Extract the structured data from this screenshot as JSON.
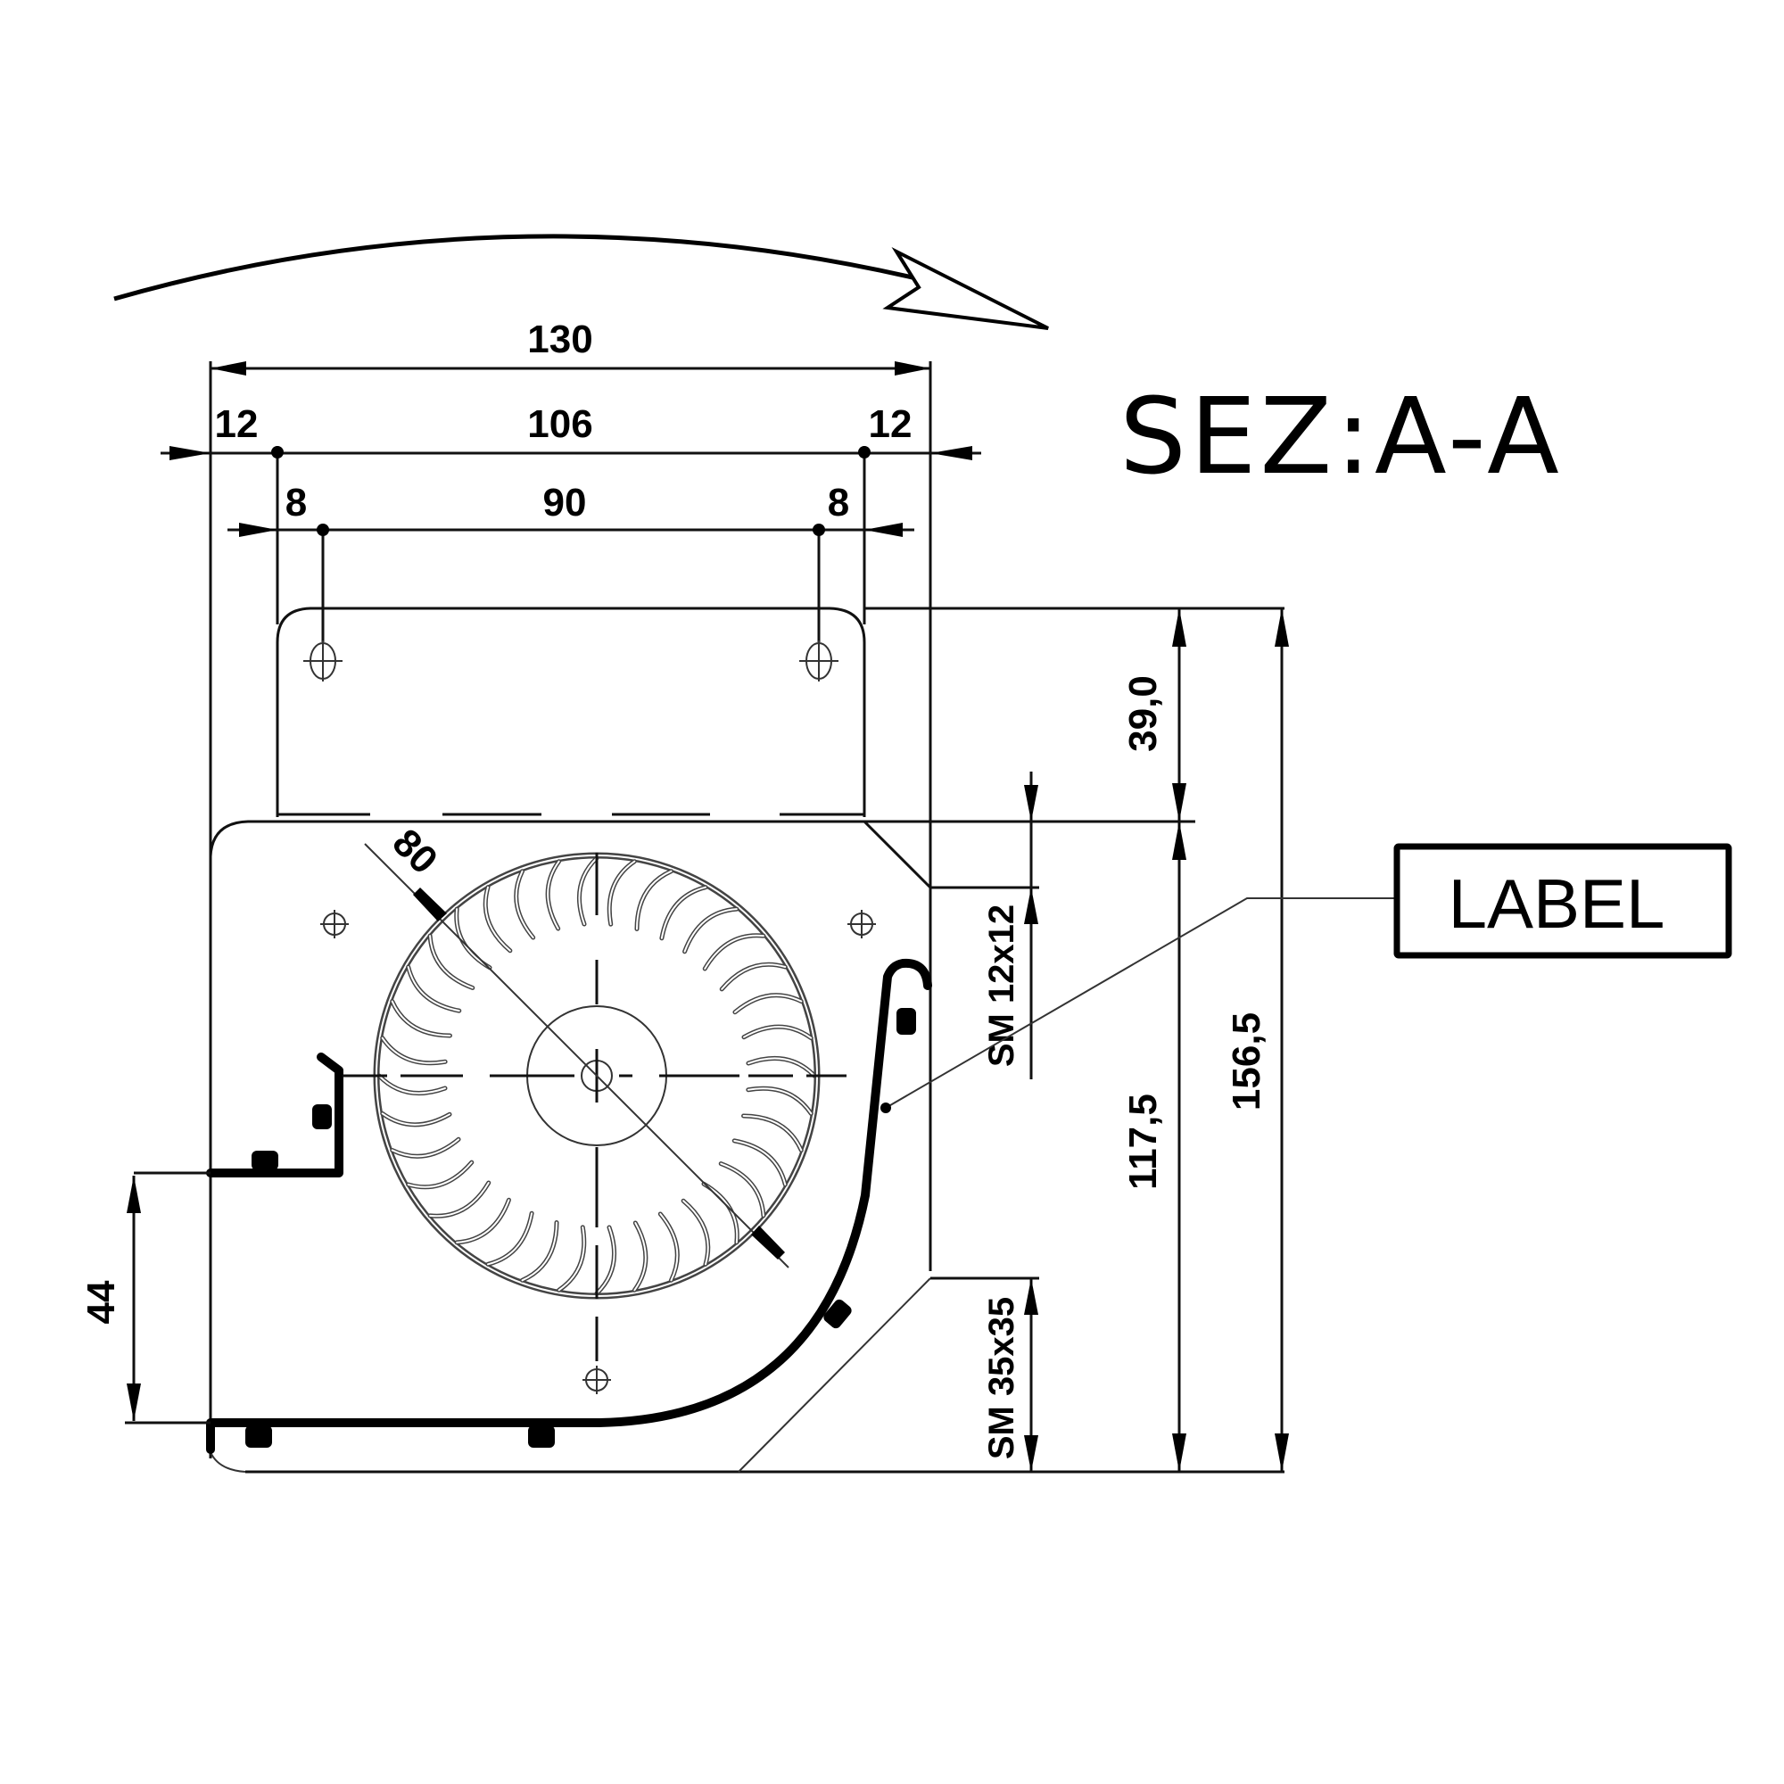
{
  "drawing": {
    "section_title": "SEZ:A-A",
    "label_box_text": "LABEL",
    "rotation_arrow": "clockwise-rotation-arrow",
    "horizontal_dimensions": {
      "overall_width": "130",
      "mount_left_offset": "12",
      "mount_width": "106",
      "mount_right_offset": "12",
      "hole_left_offset": "8",
      "hole_spacing": "90",
      "hole_right_offset": "8"
    },
    "vertical_dimensions": {
      "flange_height": "39,0",
      "body_height": "117,5",
      "overall_height": "156,5",
      "outlet_offset": "44",
      "chamfer_top": "SM 12x12",
      "chamfer_bottom": "SM 35x35"
    },
    "impeller": {
      "diameter": "80"
    }
  }
}
